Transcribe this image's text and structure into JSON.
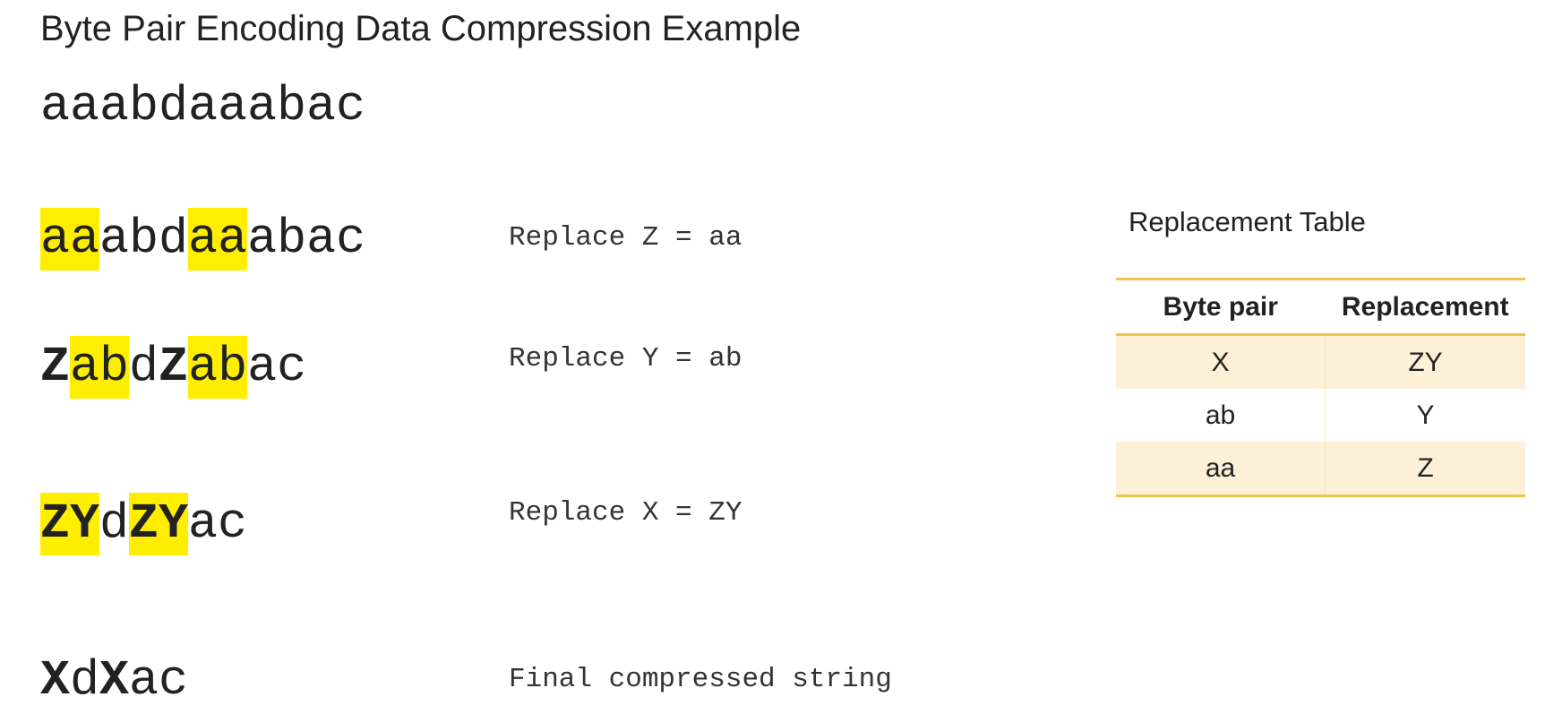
{
  "title": "Byte Pair Encoding Data Compression Example",
  "rows": {
    "original": "aaabdaaabac",
    "step1": {
      "pre": "",
      "hl1": "aa",
      "mid1": "abd",
      "hl2": "aa",
      "post": "abac"
    },
    "step2": {
      "z1": "Z",
      "hl1": "ab",
      "d": "d",
      "z2": "Z",
      "hl2": "ab",
      "post": "ac"
    },
    "step3": {
      "hl1": "ZY",
      "d": "d",
      "hl2": "ZY",
      "post": "ac"
    },
    "step4": {
      "x1": "X",
      "d": "d",
      "x2": "X",
      "post": "ac"
    }
  },
  "steps": {
    "s1": "Replace Z = aa",
    "s2": "Replace Y = ab",
    "s3": "Replace X = ZY",
    "s4": "Final compressed string"
  },
  "replacement_table": {
    "title": "Replacement Table",
    "headers": [
      "Byte pair",
      "Replacement"
    ],
    "rows": [
      [
        "X",
        "ZY"
      ],
      [
        "ab",
        "Y"
      ],
      [
        "aa",
        "Z"
      ]
    ]
  },
  "colors": {
    "highlight": "#ffee00",
    "table_border": "#f2c14e",
    "table_stripe": "#fcf0d6"
  }
}
